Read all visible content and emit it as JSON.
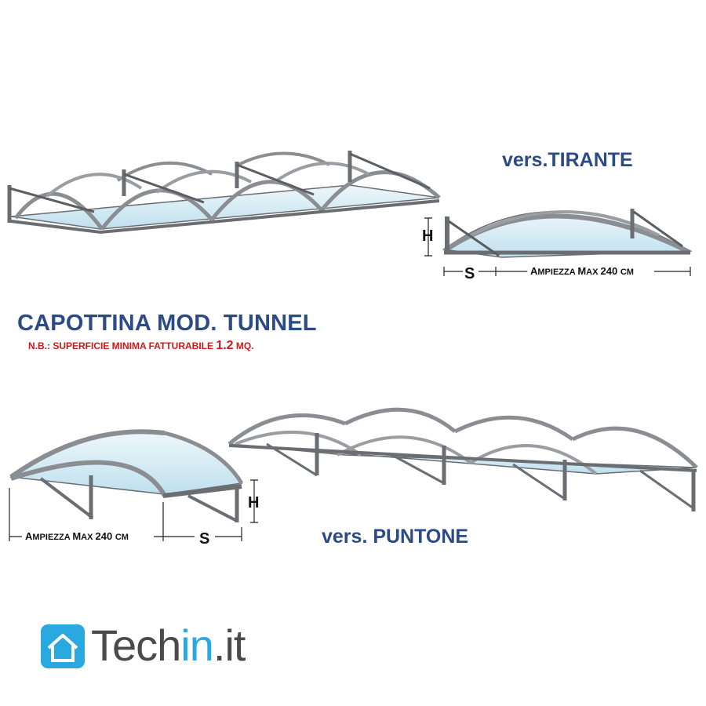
{
  "title": "CAPOTTINA MOD. TUNNEL",
  "note": {
    "prefix": "N.B.: SUPERFICIE MINIMA FATTURABILE ",
    "value": "1.2",
    "unit": " MQ."
  },
  "tirante": {
    "label": "vers.TIRANTE",
    "dim_h": "H",
    "dim_s": "S",
    "dim_width_a": "A",
    "dim_width_b": "MPIEZZA ",
    "dim_width_c": "M",
    "dim_width_d": "AX ",
    "dim_width_e": "240 ",
    "dim_width_f": "CM"
  },
  "puntone": {
    "label": "vers. PUNTONE",
    "dim_h": "H",
    "dim_s": "S",
    "dim_width_a": "A",
    "dim_width_b": "MPIEZZA ",
    "dim_width_c": "M",
    "dim_width_d": "AX ",
    "dim_width_e": "240 ",
    "dim_width_f": "CM"
  },
  "logo": {
    "brand_a": "Tech",
    "brand_b": "in",
    "brand_c": ".it"
  },
  "colors": {
    "title": "#2b4a86",
    "note": "#d01818",
    "logo": "#2aa9e0",
    "glass": "#cfe7f2"
  }
}
